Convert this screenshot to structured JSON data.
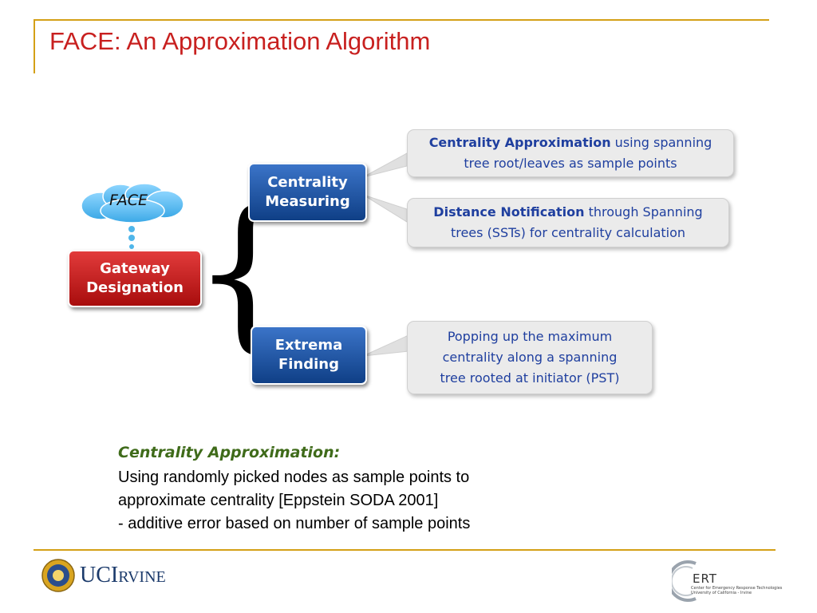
{
  "slide": {
    "title": "FACE: An Approximation Algorithm"
  },
  "diagram": {
    "cloud_label": "FACE",
    "gateway_line1": "Gateway",
    "gateway_line2": "Designation",
    "centrality_line1": "Centrality",
    "centrality_line2": "Measuring",
    "extrema_line1": "Extrema",
    "extrema_line2": "Finding",
    "callout1_bold": "Centrality Approximation",
    "callout1_rest": " using spanning",
    "callout1_line2": "tree root/leaves as sample points",
    "callout2_bold": "Distance Notification",
    "callout2_rest": " through Spanning",
    "callout2_line2": "trees (SSTs) for centrality calculation",
    "callout3_line1": "Popping up the maximum",
    "callout3_line2": "centrality along a spanning",
    "callout3_line3": "tree rooted at initiator (PST)"
  },
  "notes": {
    "heading": "Centrality Approximation:",
    "line1": "Using randomly picked nodes as sample points to",
    "line2": "approximate centrality [Eppstein SODA 2001]",
    "line3": "- additive error based on number of sample points"
  },
  "footer": {
    "uci_big1": "UCI",
    "uci_small": "RVINE",
    "ert_text": "ERT",
    "ert_sub1": "Center for Emergency Response Technologies",
    "ert_sub2": "University of California - Irvine"
  },
  "colors": {
    "accent_gold": "#d4a017",
    "title_red": "#c8201f",
    "callout_text_blue": "#1f3f9f",
    "heading_green": "#3f6b1a"
  }
}
